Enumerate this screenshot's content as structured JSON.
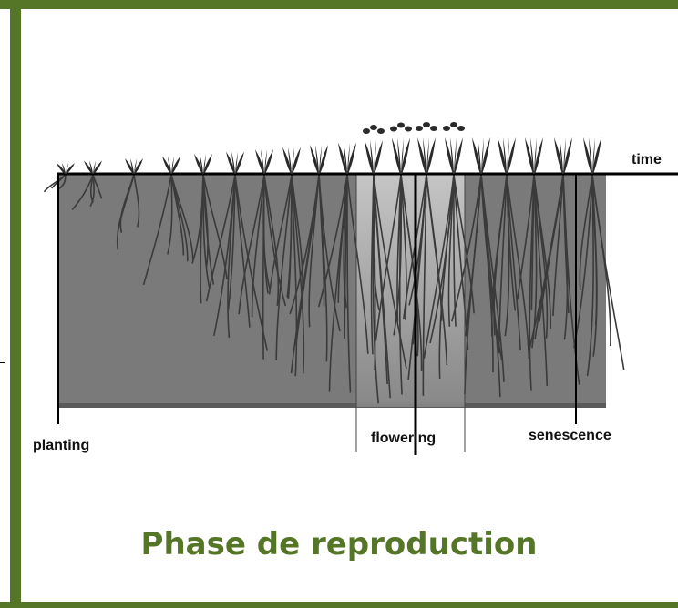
{
  "colors": {
    "frame": "#557527",
    "soil": "#7a7a7a",
    "soil_highlight": "#b5b5b5",
    "root": "#3a3a3a",
    "plant": "#2a2a2a",
    "caption": "#557527"
  },
  "diagram": {
    "axis_label": "time",
    "stage_labels": {
      "planting": "planting",
      "flowering": "flowering",
      "senescence": "senescence"
    }
  },
  "caption": "Phase de reproduction"
}
